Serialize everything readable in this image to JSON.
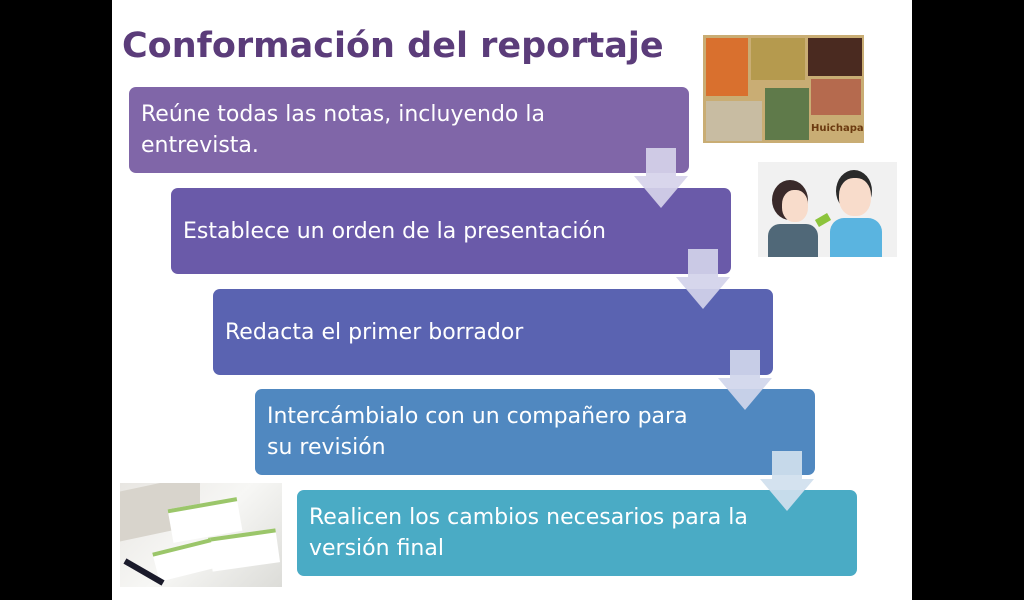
{
  "title": "Conformación del reportaje",
  "steps": [
    {
      "text": "Reúne todas las notas, incluyendo la entrevista.",
      "color": "#8066a8"
    },
    {
      "text": "Establece un orden de la presentación",
      "color": "#6a5aa9"
    },
    {
      "text": "Redacta el primer borrador",
      "color": "#5a63b1"
    },
    {
      "text": "Intercámbialo con un compañero para su revisión",
      "color": "#5088c0"
    },
    {
      "text": "Realicen los cambios necesarios para la versión final",
      "color": "#4aabc5"
    }
  ],
  "images": {
    "collage_caption": "Huichapan"
  }
}
